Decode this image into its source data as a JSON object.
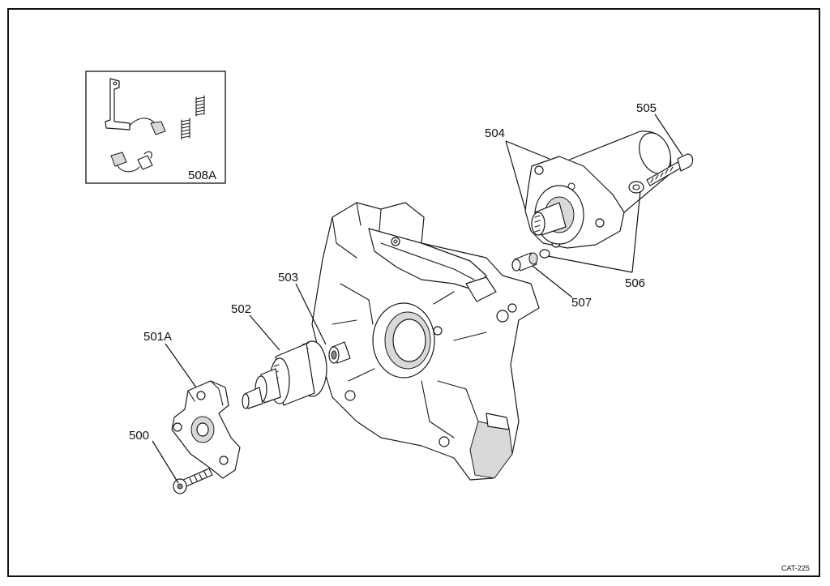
{
  "drawing_code": "CAT-225",
  "callouts": {
    "p500": "500",
    "p501a": "501A",
    "p502": "502",
    "p503": "503",
    "p504": "504",
    "p505": "505",
    "p506": "506",
    "p507": "507",
    "p508a": "508A"
  }
}
